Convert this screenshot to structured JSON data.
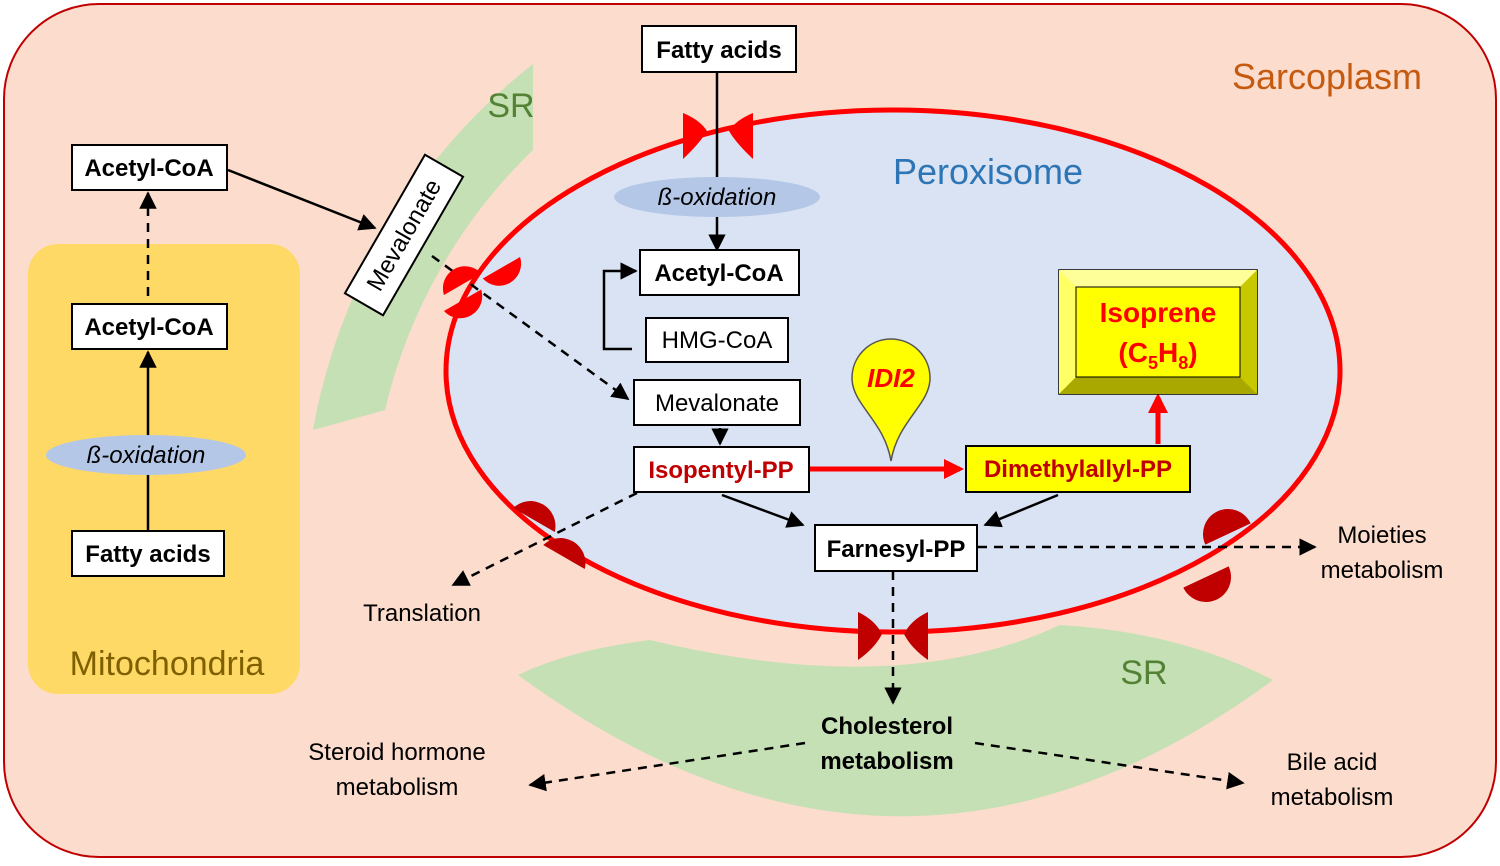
{
  "colors": {
    "sarcoplasm_fill": "#fbdccd",
    "sarcoplasm_border": "#c00000",
    "sarcoplasm_label": "#c55a11",
    "mitochondria_fill": "#ffd966",
    "mitochondria_label": "#7f6000",
    "sr_fill": "#c5e0b4",
    "sr_label": "#548235",
    "peroxisome_fill": "#dae3f3",
    "peroxisome_border": "#ff0000",
    "peroxisome_label": "#2e75b6",
    "beta_oxidation_fill": "#b4c7e7",
    "channel": "#ff0000",
    "channel_dark": "#c00000",
    "highlight_text": "#c00000",
    "isoprene_fill": "#ffff00"
  },
  "compartments": {
    "sarcoplasm": "Sarcoplasm",
    "mitochondria": "Mitochondria",
    "peroxisome": "Peroxisome",
    "sr_top": "SR",
    "sr_bottom": "SR"
  },
  "mitochondria": {
    "fatty_acids": "Fatty acids",
    "beta_oxidation": "ß-oxidation",
    "acetyl_coa": "Acetyl-CoA"
  },
  "cytosol": {
    "acetyl_coa": "Acetyl-CoA",
    "mevalonate": "Mevalonate"
  },
  "peroxisome": {
    "fatty_acids": "Fatty acids",
    "beta_oxidation": "ß-oxidation",
    "acetyl_coa": "Acetyl-CoA",
    "hmg_coa": "HMG-CoA",
    "mevalonate": "Mevalonate",
    "isopentyl_pp": "Isopentyl-PP",
    "idi2": "IDI2",
    "dimethylallyl_pp": "Dimethylallyl-PP",
    "isoprene": "Isoprene",
    "formula": {
      "c": "C",
      "c_sub": "5",
      "h": "H",
      "h_sub": "8",
      "open": "(",
      "close": ")"
    },
    "farnesyl_pp": "Farnesyl-PP"
  },
  "outputs": {
    "translation": "Translation",
    "moieties_1": "Moieties",
    "moieties_2": "metabolism",
    "cholesterol_1": "Cholesterol",
    "cholesterol_2": "metabolism",
    "steroid_1": "Steroid hormone",
    "steroid_2": "metabolism",
    "bile_1": "Bile acid",
    "bile_2": "metabolism"
  }
}
